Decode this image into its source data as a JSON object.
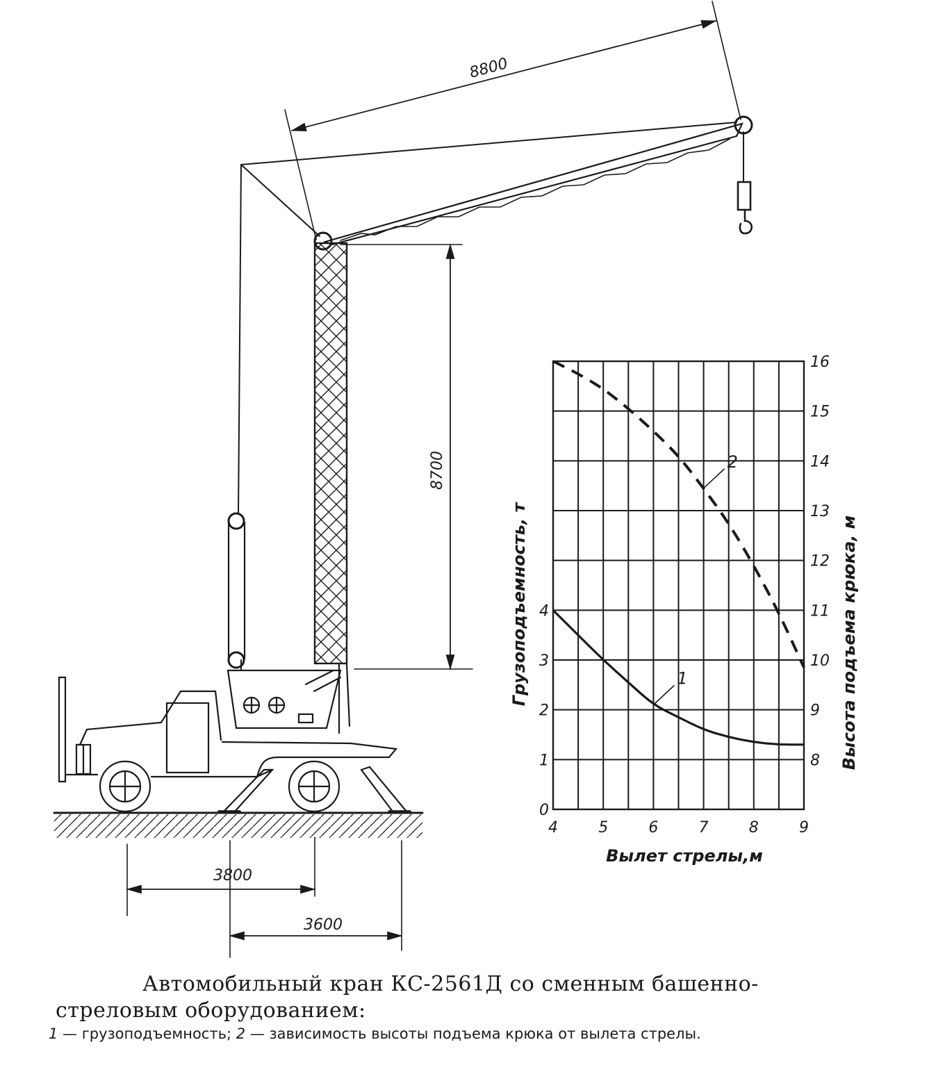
{
  "dimensions": {
    "boom_length": "8800",
    "tower_height": "8700",
    "dim_3800": "3800",
    "dim_3600": "3600"
  },
  "chart_data": {
    "type": "line",
    "x_ticks": [
      "4",
      "5",
      "6",
      "7",
      "8",
      "9"
    ],
    "y_left_ticks": [
      "0",
      "1",
      "2",
      "3",
      "4"
    ],
    "y_right_ticks": [
      "8",
      "9",
      "10",
      "11",
      "12",
      "13",
      "14",
      "15",
      "16"
    ],
    "xlabel": "Вылет стрелы,м",
    "ylabel_left": "Грузоподъемность, т",
    "ylabel_right": "Высота подъема крюка, м",
    "xlim": [
      4,
      9
    ],
    "ylim_left": [
      0,
      9
    ],
    "ylim_right": [
      7,
      16
    ],
    "grid": true,
    "series": [
      {
        "name": "1",
        "axis": "left",
        "style": "solid",
        "x": [
          4,
          4.5,
          5,
          5.5,
          6,
          6.5,
          7,
          7.5,
          8,
          8.5,
          9
        ],
        "y": [
          4.0,
          3.5,
          3.0,
          2.55,
          2.1,
          1.85,
          1.6,
          1.45,
          1.35,
          1.3,
          1.3
        ]
      },
      {
        "name": "2",
        "axis": "right",
        "style": "dashed",
        "x": [
          4,
          4.5,
          5,
          5.5,
          6,
          6.5,
          7,
          7.5,
          8,
          8.5,
          9
        ],
        "y": [
          16.0,
          15.75,
          15.45,
          15.05,
          14.6,
          14.1,
          13.45,
          12.75,
          11.9,
          10.95,
          9.85
        ]
      }
    ]
  },
  "caption": {
    "title": "Автомобильный кран КС-2561Д со сменным башенно-стреловым оборудованием:",
    "legend_1_num": "1",
    "legend_1_text": " — грузоподъемность; ",
    "legend_2_num": "2",
    "legend_2_text": " — зависимость высоты подъема крюка от вылета стрелы."
  }
}
